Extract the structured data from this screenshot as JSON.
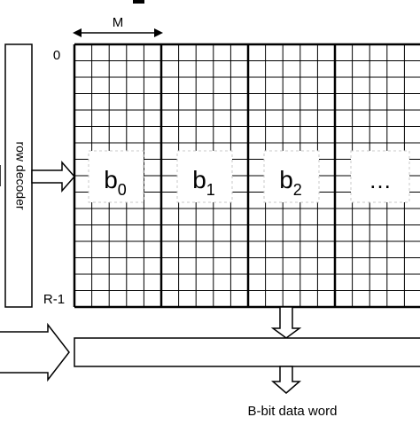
{
  "labels": {
    "column_width": "M",
    "row_first": "0",
    "row_last": "R-1",
    "row_decoder": "row decoder",
    "output": "B-bit data word"
  },
  "blocks": [
    {
      "base": "b",
      "sub": "0"
    },
    {
      "base": "b",
      "sub": "1"
    },
    {
      "base": "b",
      "sub": "2"
    },
    {
      "base": "…",
      "sub": ""
    }
  ],
  "grid": {
    "rows": 16,
    "columns": 25,
    "groups": 4
  },
  "colors": {
    "stroke": "#000000",
    "background": "#ffffff"
  }
}
